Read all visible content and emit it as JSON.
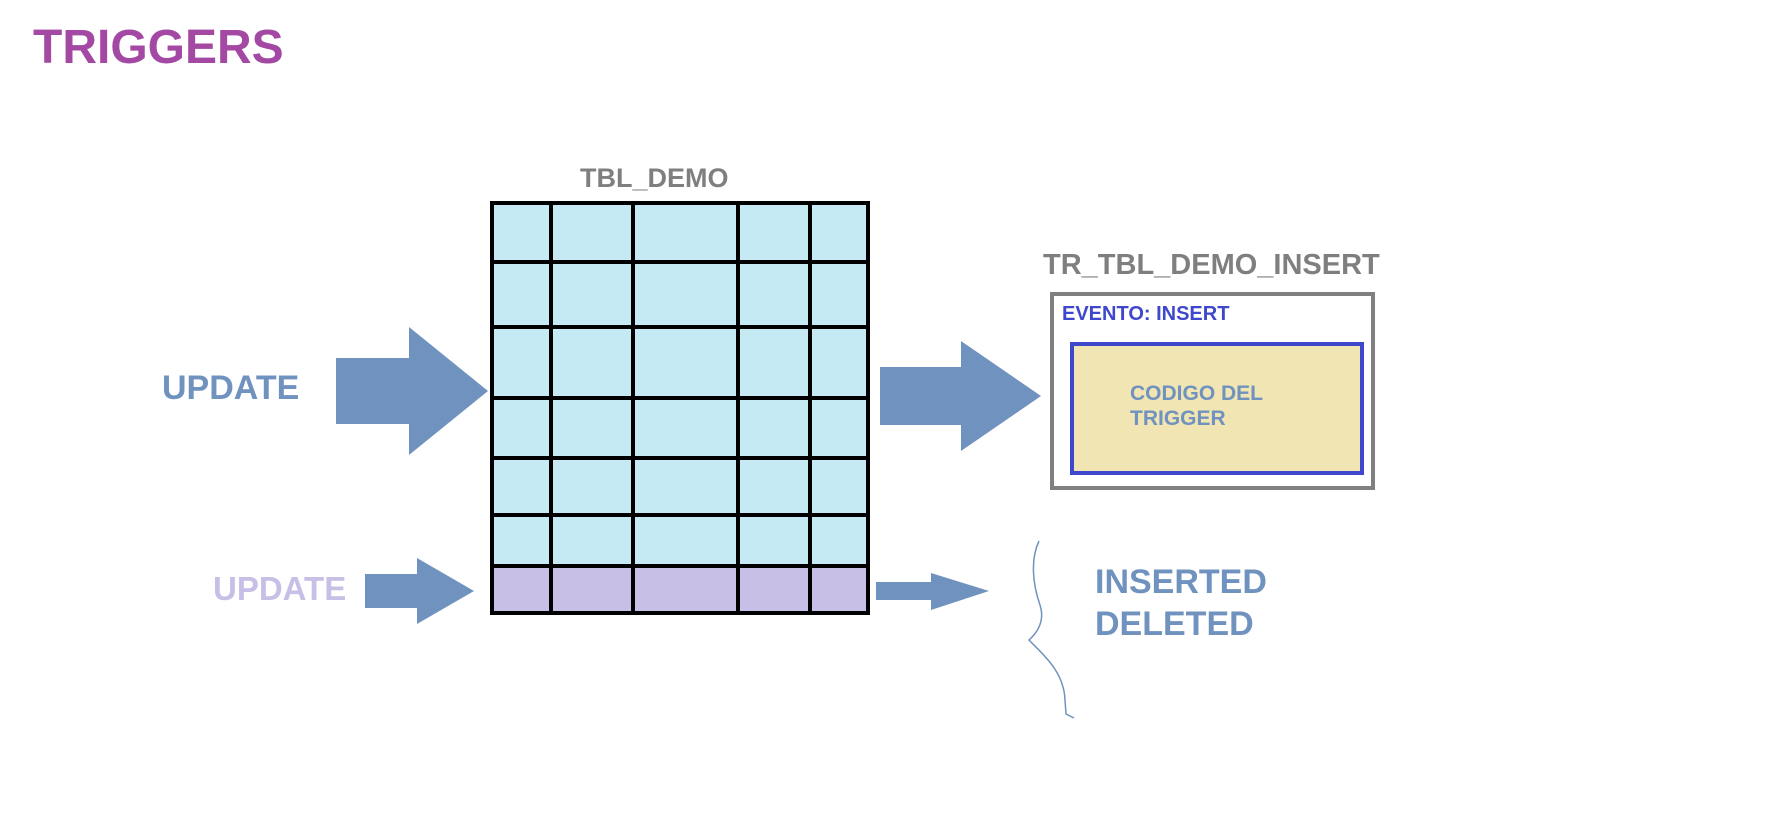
{
  "title": "TRIGGERS",
  "table": {
    "name": "TBL_DEMO",
    "rows": 7,
    "columns": 5,
    "highlighted_row": 7
  },
  "trigger": {
    "name": "TR_TBL_DEMO_INSERT",
    "event_label": "EVENTO: INSERT",
    "code_label": "CODIGO DEL TRIGGER"
  },
  "operations": {
    "main_label": "UPDATE",
    "row_label": "UPDATE"
  },
  "pseudo_tables": {
    "inserted": "INSERTED",
    "deleted": "DELETED"
  },
  "colors": {
    "title": "#a349a4",
    "label_gray": "#7f7f7f",
    "arrow_blue": "#7092be",
    "operation_light": "#c8bfe7",
    "event_blue": "#3f48cc",
    "code_box_fill": "#f1e5b3",
    "code_text": "#7092be",
    "cell_fill": "#c6eaf3",
    "highlight_row_fill": "#c8bfe7",
    "grid_line": "#000000",
    "trigger_border": "#808080"
  }
}
